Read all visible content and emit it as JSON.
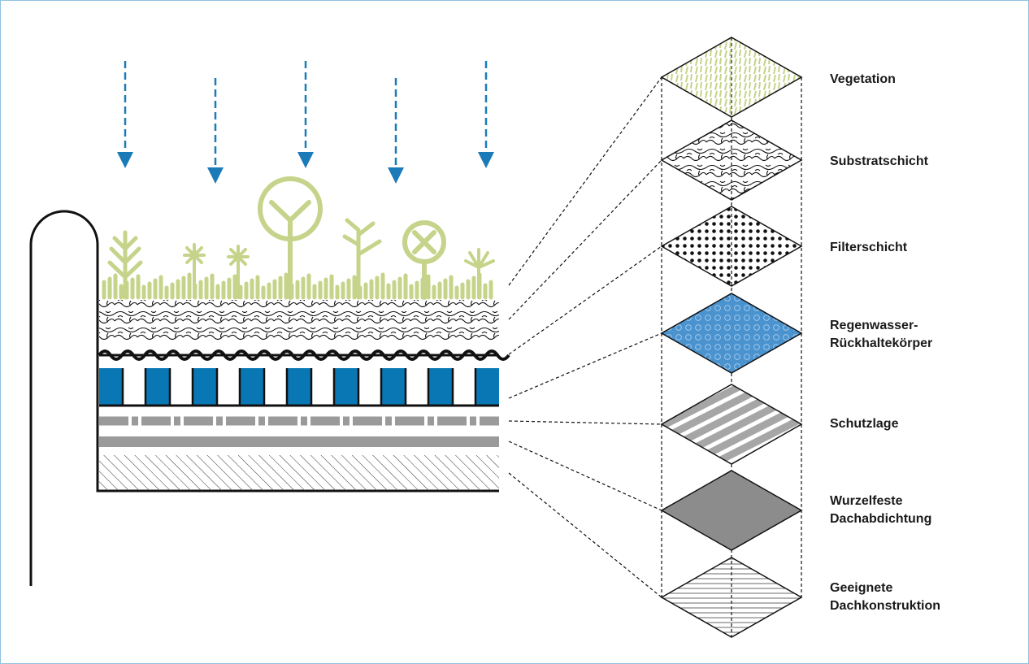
{
  "layers": [
    {
      "id": "vegetation",
      "label_lines": [
        "Vegetation"
      ]
    },
    {
      "id": "substrate",
      "label_lines": [
        "Substratschicht"
      ]
    },
    {
      "id": "filter",
      "label_lines": [
        "Filterschicht"
      ]
    },
    {
      "id": "retention",
      "label_lines": [
        "Regenwasser-",
        "Rückhaltekörper"
      ]
    },
    {
      "id": "protection",
      "label_lines": [
        "Schutzlage"
      ]
    },
    {
      "id": "waterproofing",
      "label_lines": [
        "Wurzelfeste",
        "Dachabdichtung"
      ]
    },
    {
      "id": "construction",
      "label_lines": [
        "Geeignete",
        "Dachkonstruktion"
      ]
    }
  ],
  "colors": {
    "vegetation": "#c5d48a",
    "water": "#0a77b5",
    "retention_tile": "#4a93cf",
    "rain": "#1b7bb8",
    "membrane": "#9a9a9a",
    "waterproofing": "#8c8c8c",
    "frame": "#8fc3e3",
    "ink": "#111111"
  }
}
